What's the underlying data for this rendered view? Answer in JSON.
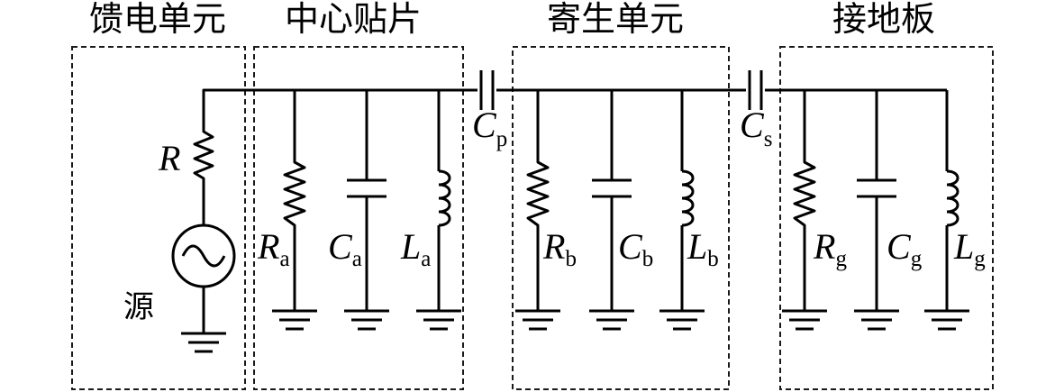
{
  "sections": {
    "feed": "馈电单元",
    "patch": "中心贴片",
    "parasitic": "寄生单元",
    "ground": "接地板"
  },
  "source": {
    "R": "R",
    "label": "源"
  },
  "components": {
    "Ra": {
      "sym": "R",
      "sub": "a"
    },
    "Ca": {
      "sym": "C",
      "sub": "a"
    },
    "La": {
      "sym": "L",
      "sub": "a"
    },
    "Cp": {
      "sym": "C",
      "sub": "p"
    },
    "Rb": {
      "sym": "R",
      "sub": "b"
    },
    "Cb": {
      "sym": "C",
      "sub": "b"
    },
    "Lb": {
      "sym": "L",
      "sub": "b"
    },
    "Cs": {
      "sym": "C",
      "sub": "s"
    },
    "Rg": {
      "sym": "R",
      "sub": "g"
    },
    "Cg": {
      "sym": "C",
      "sub": "g"
    },
    "Lg": {
      "sym": "L",
      "sub": "g"
    }
  }
}
